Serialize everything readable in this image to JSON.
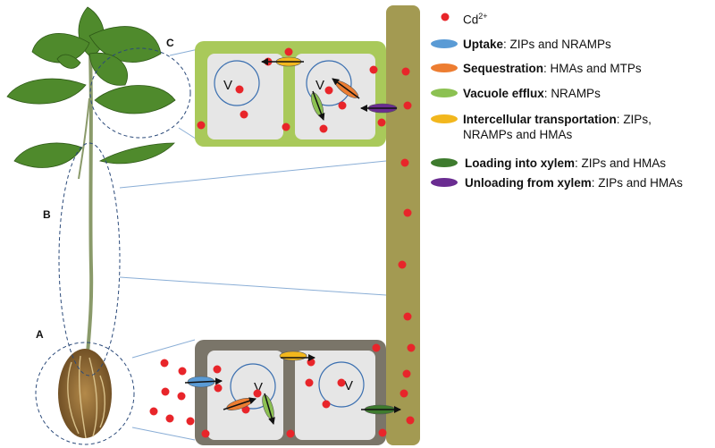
{
  "panel_labels": {
    "a": "A",
    "b": "B",
    "c": "C"
  },
  "vacuole_label": "V",
  "ion": {
    "symbol": "Cd",
    "charge": "2+",
    "color": "#e8252a"
  },
  "legend": [
    {
      "key": "uptake",
      "color": "#5a9bd5",
      "title": "Uptake",
      "desc": "ZIPs and NRAMPs"
    },
    {
      "key": "sequestration",
      "color": "#ed7d31",
      "title": "Sequestration",
      "desc": "HMAs and MTPs"
    },
    {
      "key": "vacuole_efflux",
      "color": "#8cc152",
      "title": "Vacuole efflux",
      "desc": "NRAMPs"
    },
    {
      "key": "intercellular",
      "color": "#f2b71d",
      "title": "Intercellular transportation",
      "desc": "ZIPs, NRAMPs and HMAs"
    },
    {
      "key": "loading",
      "color": "#3e7b2e",
      "title": "Loading into xylem",
      "desc": "ZIPs and HMAs"
    },
    {
      "key": "unloading",
      "color": "#6a2c91",
      "title": "Unloading from xylem",
      "desc": "ZIPs and HMAs"
    }
  ],
  "colors": {
    "xylem": "#a39a52",
    "leaf_cell_wall": "#a9c95a",
    "root_cell_wall": "#7a7569",
    "cytoplasm": "#e6e6e6",
    "vacuole_border": "#3a6fb0",
    "guide_line": "#8aaed6",
    "leaf": "#4f8a2c",
    "stem": "#8a9a6a",
    "root": "#8a6a3a"
  }
}
